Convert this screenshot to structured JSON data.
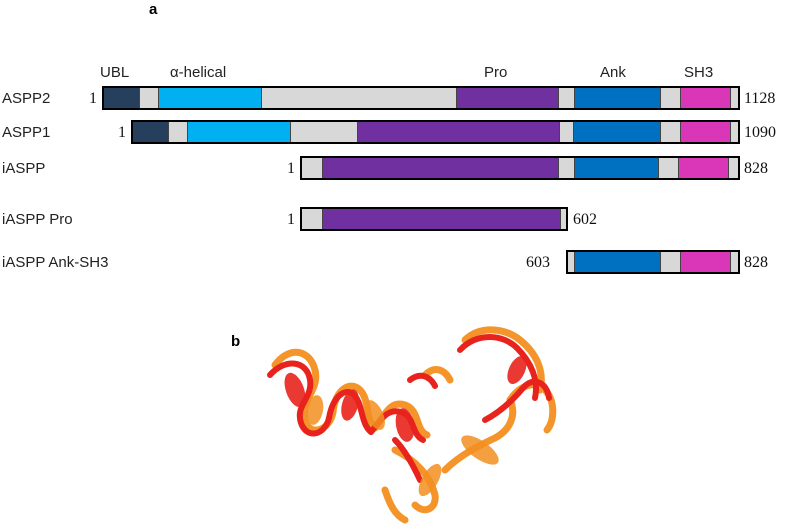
{
  "panels": {
    "a": "a",
    "b": "b"
  },
  "domain_headers": {
    "ubl": "UBL",
    "helical": "α-helical",
    "pro": "Pro",
    "ank": "Ank",
    "sh3": "SH3"
  },
  "colors": {
    "ubl": "#253f5d",
    "helical": "#00b0f0",
    "linker": "#d8d8d8",
    "pro": "#7030a0",
    "ank": "#0070c0",
    "sh3": "#d936b8",
    "structure_red": "#e8231e",
    "structure_orange": "#f39020"
  },
  "rows": [
    {
      "label": "ASPP2",
      "start": "1",
      "end": "1128"
    },
    {
      "label": "ASPP1",
      "start": "1",
      "end": "1090"
    },
    {
      "label": "iASPP",
      "start": "1",
      "end": "828"
    },
    {
      "label": "iASPP Pro",
      "start": "1",
      "end": "602"
    },
    {
      "label": "iASPP Ank-SH3",
      "start": "603",
      "end": "828"
    }
  ],
  "structure_icon": "protein-ribbon-overlay-icon"
}
